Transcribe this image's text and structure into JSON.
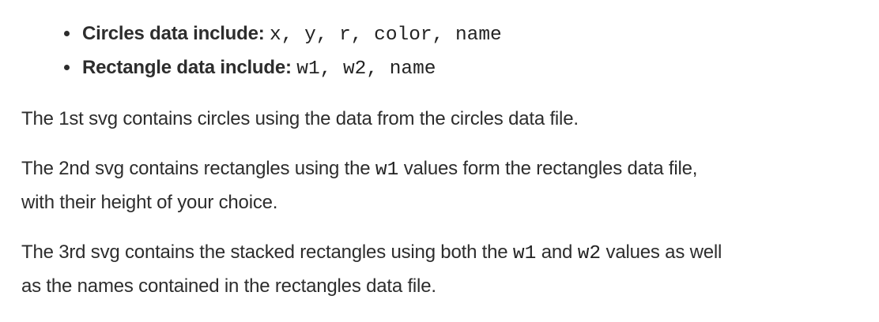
{
  "page": {
    "background_color": "#ffffff",
    "text_color": "#2d2d2d",
    "code_color": "#232323"
  },
  "bullet_list": {
    "items": [
      {
        "label": "Circles data include: ",
        "code": "x, y, r, color, name"
      },
      {
        "label": "Rectangle data include: ",
        "code": "w1, w2, name"
      }
    ]
  },
  "paragraphs": [
    {
      "segments": [
        {
          "type": "text",
          "text": "The 1st svg contains circles using the data from the circles data file."
        }
      ]
    },
    {
      "segments": [
        {
          "type": "text",
          "text": "The 2nd svg contains rectangles using the "
        },
        {
          "type": "code",
          "text": "w1"
        },
        {
          "type": "text",
          "text": " values form the rectangles data file,"
        },
        {
          "type": "break"
        },
        {
          "type": "text",
          "text": "with their height of your choice."
        }
      ]
    },
    {
      "segments": [
        {
          "type": "text",
          "text": "The 3rd svg contains the stacked rectangles using both the "
        },
        {
          "type": "code",
          "text": "w1"
        },
        {
          "type": "text",
          "text": " and "
        },
        {
          "type": "code",
          "text": "w2"
        },
        {
          "type": "text",
          "text": " values as well"
        },
        {
          "type": "break"
        },
        {
          "type": "text",
          "text": "as the names contained in the rectangles data file."
        }
      ]
    }
  ]
}
